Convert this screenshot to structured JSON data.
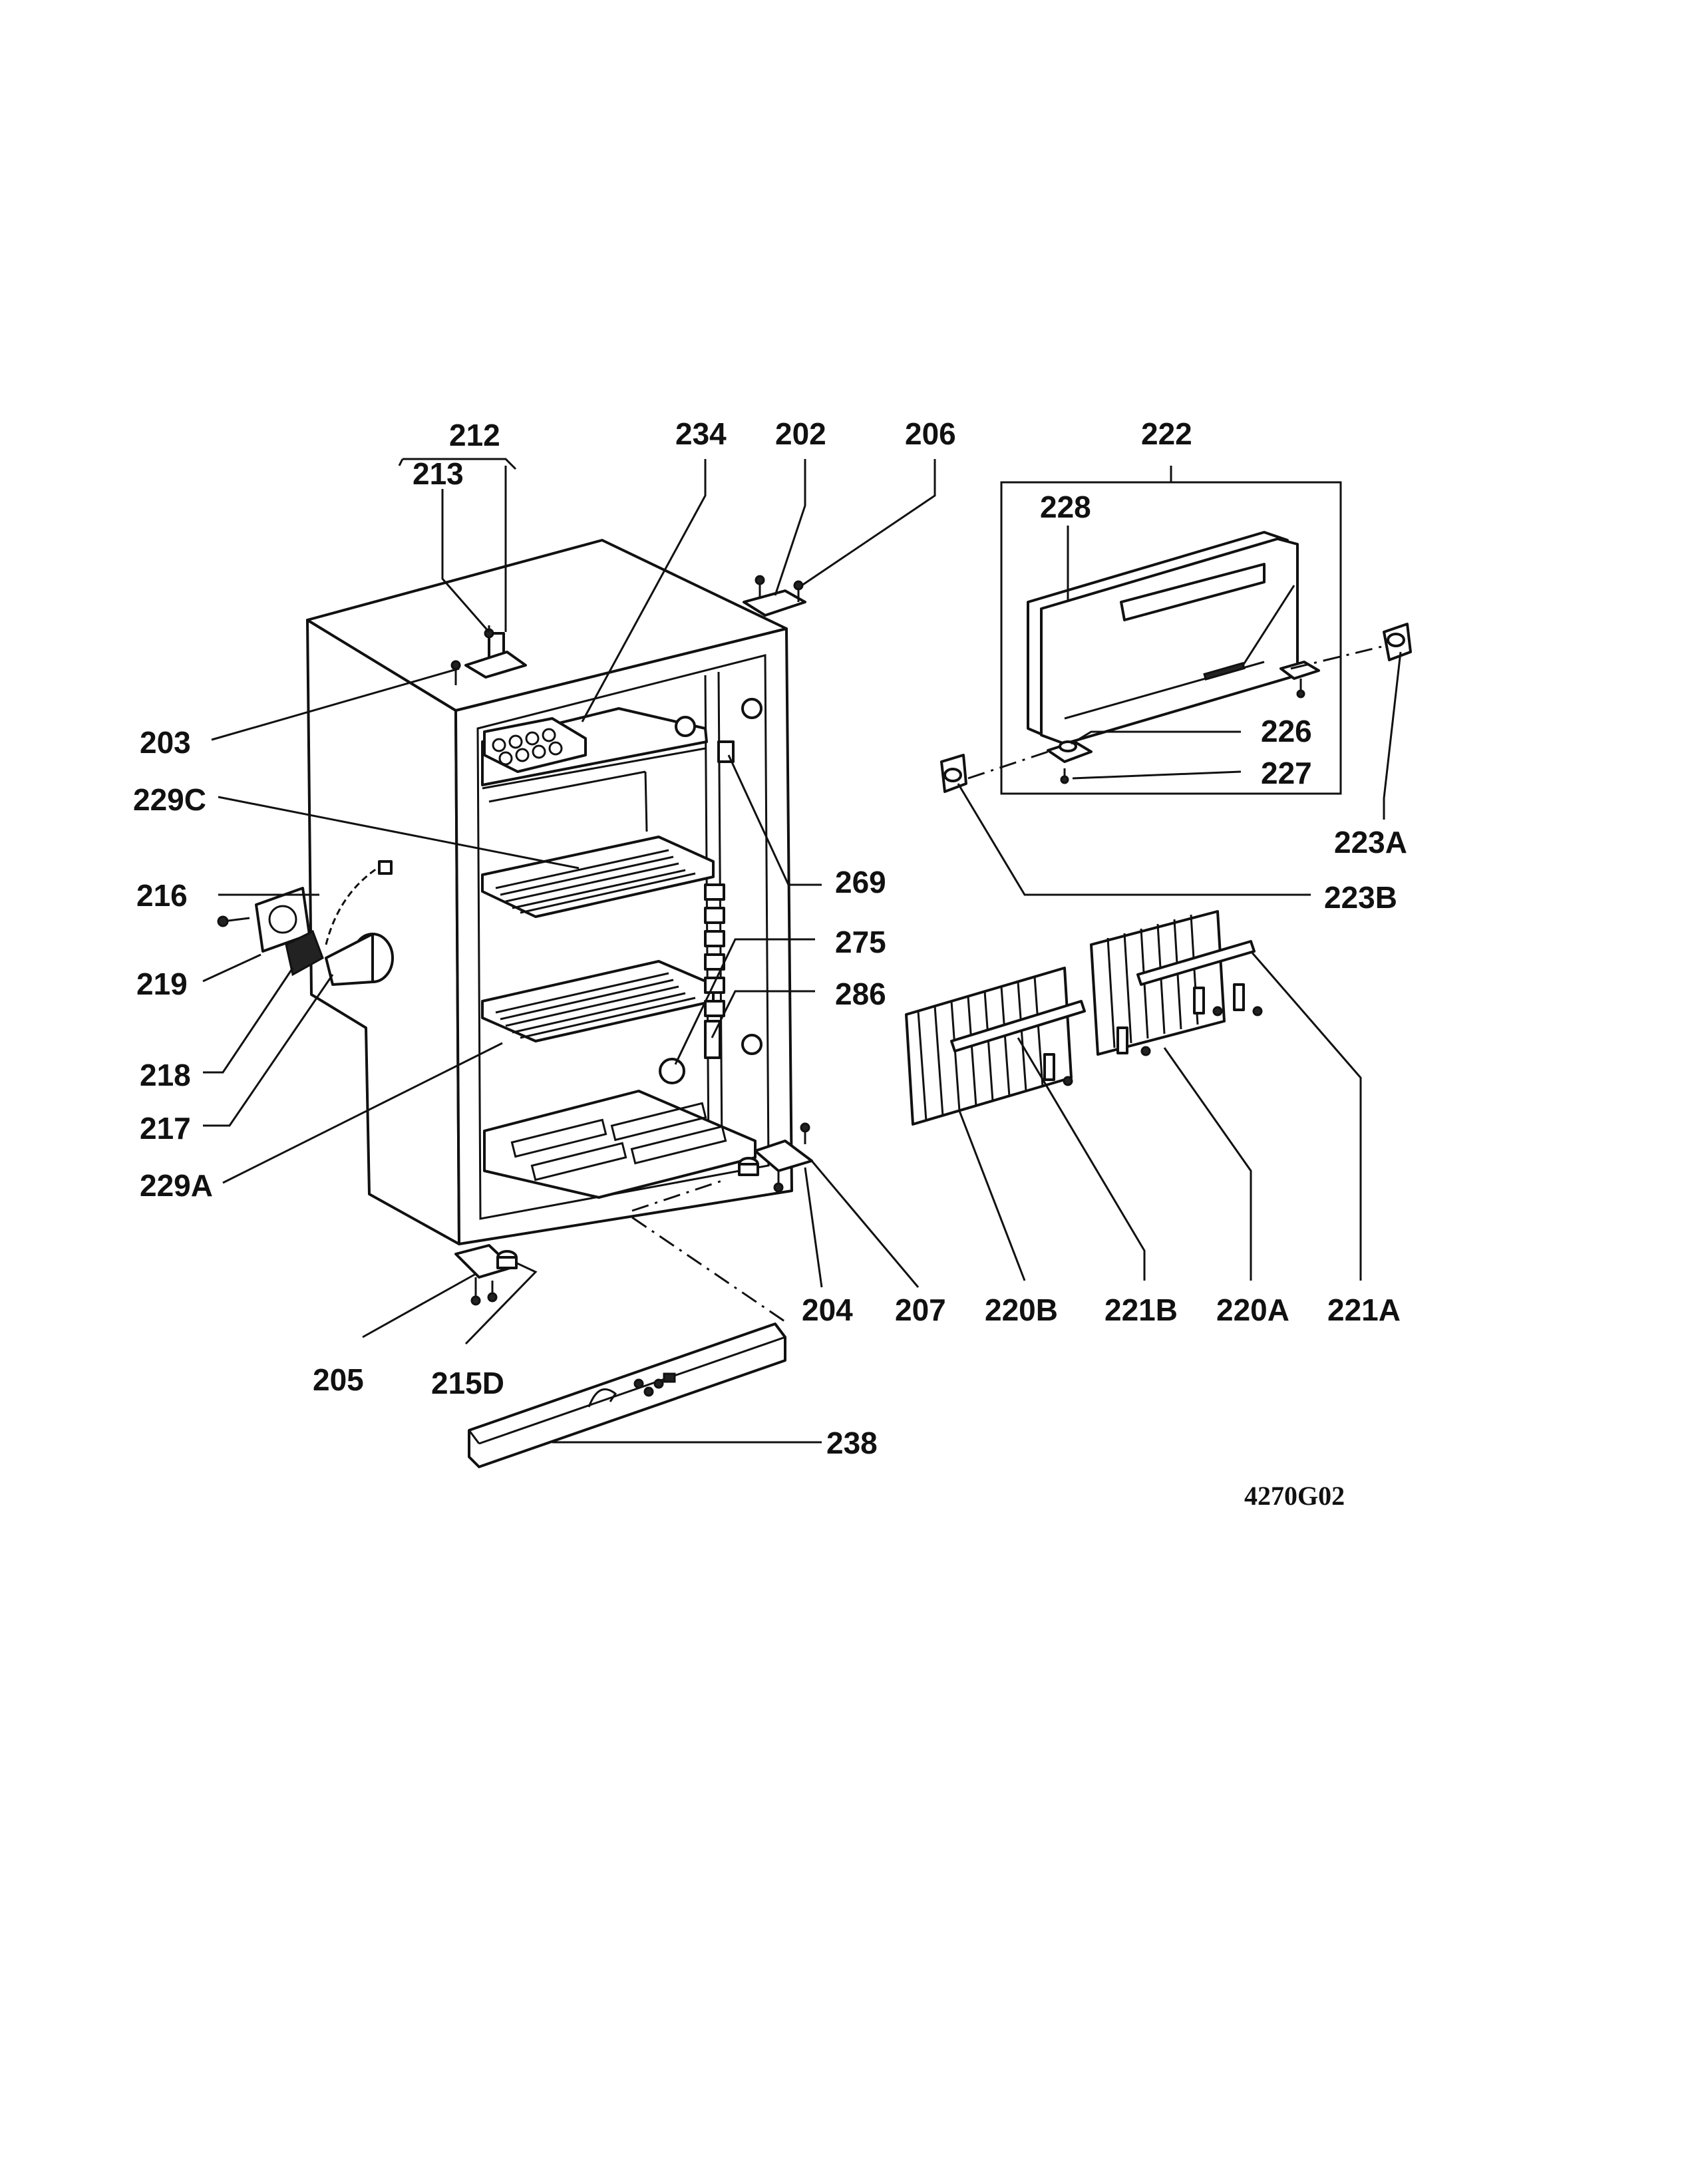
{
  "drawing_code": "4270G02",
  "callouts": {
    "c212": "212",
    "c213": "213",
    "c234": "234",
    "c202": "202",
    "c206": "206",
    "c222": "222",
    "c228": "228",
    "c203": "203",
    "c226": "226",
    "c227": "227",
    "c229C": "229C",
    "c269": "269",
    "c223A": "223A",
    "c216": "216",
    "c223B": "223B",
    "c275": "275",
    "c219": "219",
    "c286": "286",
    "c218": "218",
    "c217": "217",
    "c229A": "229A",
    "c204": "204",
    "c207": "207",
    "c220B": "220B",
    "c221B": "221B",
    "c220A": "220A",
    "c221A": "221A",
    "c205": "205",
    "c215D": "215D",
    "c238": "238"
  },
  "colors": {
    "ink": "#111111",
    "paper": "#ffffff"
  }
}
